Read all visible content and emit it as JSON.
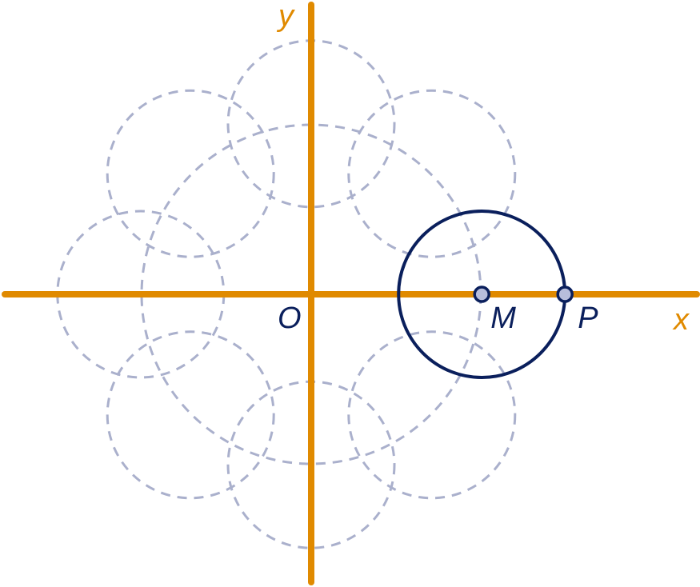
{
  "colors": {
    "axis": "#e08a00",
    "dark_circle": "#0a1f5c",
    "ghost_circle": "#aab0cc",
    "point_fill": "#b8bedb",
    "point_stroke": "#0a1f5c",
    "background": "#ffffff"
  },
  "labels": {
    "x_axis": "x",
    "y_axis": "y",
    "origin": "O",
    "center_point": "M",
    "moving_point": "P"
  },
  "geometry": {
    "small_radius": 1,
    "big_circle_radius": 2,
    "big_circle_center": [
      0,
      0
    ],
    "ghost_circle_centers": [
      [
        0,
        2.05
      ],
      [
        1.45,
        1.45
      ],
      [
        -1.45,
        1.45
      ],
      [
        -2.05,
        0
      ],
      [
        -1.45,
        -1.45
      ],
      [
        1.45,
        -1.45
      ],
      [
        0,
        -2.05
      ]
    ],
    "active_circle_center": [
      2.05,
      0
    ],
    "point_M": [
      2.05,
      0
    ],
    "point_P": [
      3.05,
      0
    ]
  }
}
